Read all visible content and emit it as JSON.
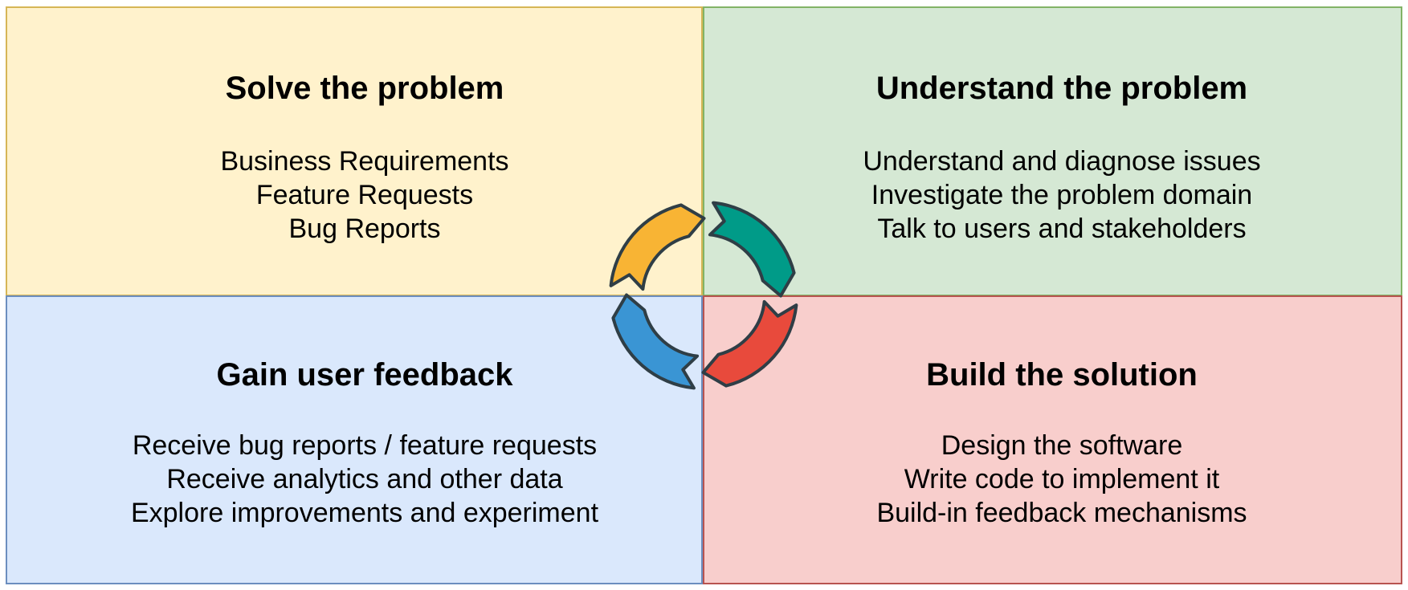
{
  "quadrants": {
    "top_left": {
      "title": "Solve the problem",
      "items": [
        "Business Requirements",
        "Feature Requests",
        "Bug Reports"
      ],
      "fill": "#fff2cc",
      "border": "#d6b656"
    },
    "top_right": {
      "title": "Understand the problem",
      "items": [
        "Understand and diagnose issues",
        "Investigate the problem domain",
        "Talk to users and stakeholders"
      ],
      "fill": "#d5e8d4",
      "border": "#82b366"
    },
    "bottom_left": {
      "title": "Gain user feedback",
      "items": [
        "Receive bug reports / feature requests",
        "Receive analytics and other data",
        "Explore improvements and experiment"
      ],
      "fill": "#dae8fc",
      "border": "#6c8ebf"
    },
    "bottom_right": {
      "title": "Build the solution",
      "items": [
        "Design the software",
        "Write code to implement it",
        "Build-in feedback mechanisms"
      ],
      "fill": "#f8cecc",
      "border": "#b85450"
    }
  },
  "cycle": {
    "arrows": [
      {
        "name": "cycle-arrow-orange",
        "color": "#f8b434"
      },
      {
        "name": "cycle-arrow-teal",
        "color": "#009b88"
      },
      {
        "name": "cycle-arrow-red",
        "color": "#e84a3c"
      },
      {
        "name": "cycle-arrow-blue",
        "color": "#3a95d4"
      }
    ],
    "outline": "#2f3e46"
  }
}
